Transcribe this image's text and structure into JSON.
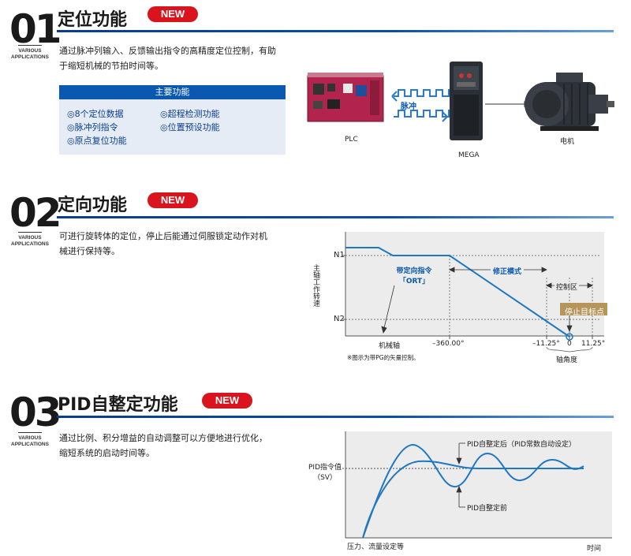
{
  "sections": [
    {
      "number": "01",
      "various": [
        "VARIOUS",
        "APPLICATIONS"
      ],
      "title": "定位功能",
      "badge": "NEW",
      "description": [
        "通过脉冲列输入、反馈输出指令的高精度定位控制，有助",
        "于缩短机械的节拍时间等。"
      ],
      "features_title": "主要功能",
      "features": [
        "◎8个定位数据",
        "◎超程检测功能",
        "◎脉冲列指令",
        "◎位置预设功能",
        "◎原点复位功能"
      ],
      "diagram": {
        "plc_label": "PLC",
        "pulse_label": "脉冲",
        "drive_label": "MEGA",
        "motor_label": "电机"
      }
    },
    {
      "number": "02",
      "various": [
        "VARIOUS",
        "APPLICATIONS"
      ],
      "title": "定向功能",
      "badge": "NEW",
      "description": [
        "可进行旋转体的定位，停止后能通过伺服锁定动作对机",
        "械进行保持等。"
      ],
      "chart": {
        "y_axis_label": "主轴工作转速",
        "n1": "N1",
        "n2": "N2",
        "cmd_line1": "带定向指令",
        "cmd_line2": "「ORT」",
        "mode": "修正模式",
        "control_zone": "控制区",
        "stop_point": "停止目标点",
        "x_axis_name": "机械轴",
        "tick_minus360": "–360.00°",
        "tick_minus11": "–11.25°",
        "tick_zero": "0",
        "tick_plus11": "11.25°",
        "axis_angle": "轴角度",
        "note": "※图示为带PG的矢量控制。"
      }
    },
    {
      "number": "03",
      "various": [
        "VARIOUS",
        "APPLICATIONS"
      ],
      "title": "PID自整定功能",
      "badge": "NEW",
      "description": [
        "通过比例、积分增益的自动调整可以方便地进行优化，",
        "缩短系统的启动时间等。"
      ],
      "chart": {
        "y_label_line1": "PID指令值",
        "y_label_line2": "（SV）",
        "after_label": "PID自整定后（PID常数自动设定）",
        "before_label": "PID自整定前",
        "x_left_label": "压力、流量设定等",
        "x_right_label": "时间"
      }
    }
  ],
  "colors": {
    "accent_blue": "#0a58b0",
    "badge_red": "#d9141c",
    "chart_bg": "#ececec",
    "curve": "#1f78c1"
  }
}
